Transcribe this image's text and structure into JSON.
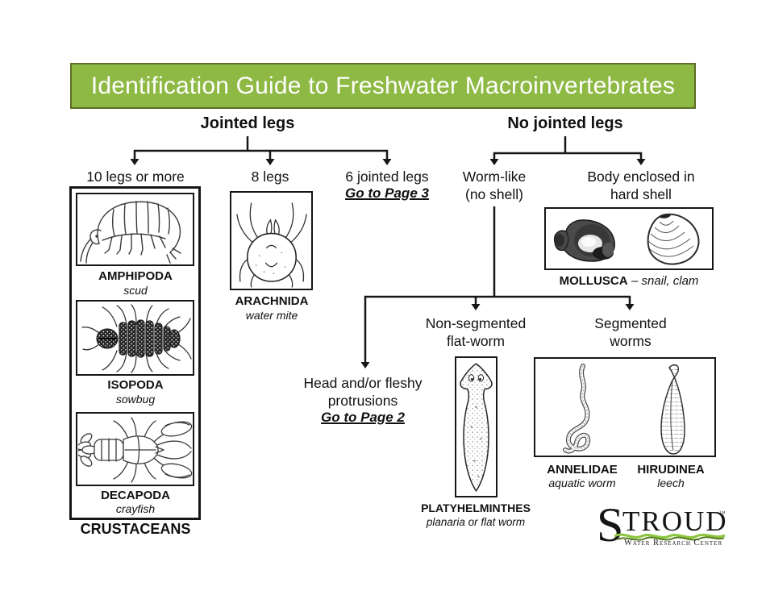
{
  "banner": {
    "title": "Identification Guide to Freshwater Macroinvertebrates"
  },
  "colors": {
    "banner_fill": "#8eb944",
    "banner_border": "#5c6e24",
    "line_color": "#161616",
    "logo_wave_light": "#8cc63f",
    "logo_wave_dark": "#567d1e"
  },
  "jointed": {
    "heading": "Jointed legs",
    "branch_10": "10 legs or more",
    "branch_8": "8 legs",
    "branch_6": "6 jointed legs",
    "branch_6_link": "Go to Page 3"
  },
  "no_jointed": {
    "heading": "No jointed legs",
    "worm_line1": "Worm-like",
    "worm_line2": "(no shell)",
    "shell_line1": "Body enclosed in",
    "shell_line2": "hard shell"
  },
  "worm_tree": {
    "head_line1": "Head and/or fleshy",
    "head_line2": "protrusions",
    "head_link": "Go to Page 2",
    "flat_line1": "Non-segmented",
    "flat_line2": "flat-worm",
    "seg_line1": "Segmented",
    "seg_line2": "worms"
  },
  "crustaceans": {
    "group_label": "CRUSTACEANS",
    "amphipoda": {
      "name": "AMPHIPODA",
      "common": "scud"
    },
    "isopoda": {
      "name": "ISOPODA",
      "common": "sowbug"
    },
    "decapoda": {
      "name": "DECAPODA",
      "common": "crayfish"
    }
  },
  "arachnida": {
    "name": "ARACHNIDA",
    "common": "water mite"
  },
  "mollusca": {
    "name": "MOLLUSCA",
    "common": "– snail, clam"
  },
  "platyhelminthes": {
    "name": "PLATYHELMINTHES",
    "common": "planaria or flat worm"
  },
  "segmented": {
    "annelidae": {
      "name": "ANNELIDAE",
      "common": "aquatic worm"
    },
    "hirudinea": {
      "name": "HIRUDINEA",
      "common": "leech"
    }
  },
  "logo": {
    "initial": "S",
    "rest": "TROUD",
    "tm": "™",
    "subtitle": "Water Research Center"
  }
}
